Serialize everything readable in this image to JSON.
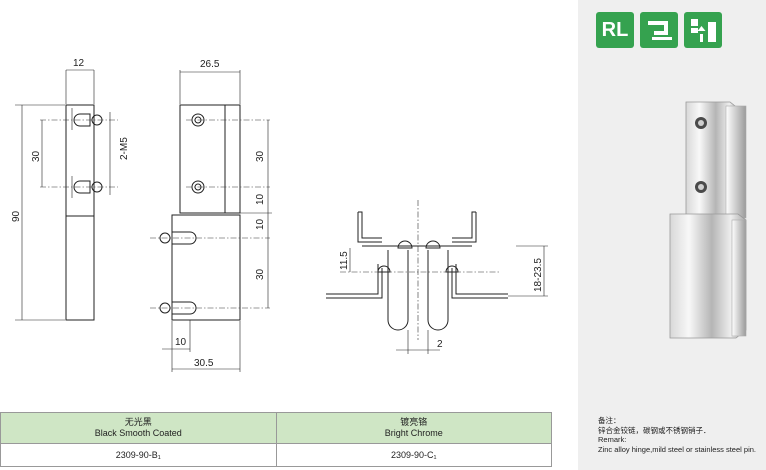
{
  "dimensions": {
    "w12": "12",
    "h90": "90",
    "pitch30": "30",
    "thread": "2-M5",
    "w26_5": "26.5",
    "r30a": "30",
    "r10a": "10",
    "r10b": "10",
    "r30b": "30",
    "b10": "10",
    "b30_5": "30.5",
    "h11_5": "11.5",
    "h18_23_5": "18-23.5",
    "gap2": "2"
  },
  "badges": [
    {
      "label": "RL"
    },
    {
      "icon": "glass-clamp-icon"
    },
    {
      "icon": "mounting-icon"
    }
  ],
  "remark": {
    "title_cn": "备注：",
    "line_cn": "锌合金铰链，碳钢或不锈钢销子．",
    "title_en": "Remark:",
    "line_en": "Zinc alloy hinge,mild steel or stainless steel pin."
  },
  "table": {
    "columns": [
      {
        "cn": "无光黑",
        "en": "Black Smooth Coated"
      },
      {
        "cn": "镀亮铬",
        "en": "Bright Chrome"
      }
    ],
    "row": [
      "2309-90-B₁",
      "2309-90-C₁"
    ]
  }
}
